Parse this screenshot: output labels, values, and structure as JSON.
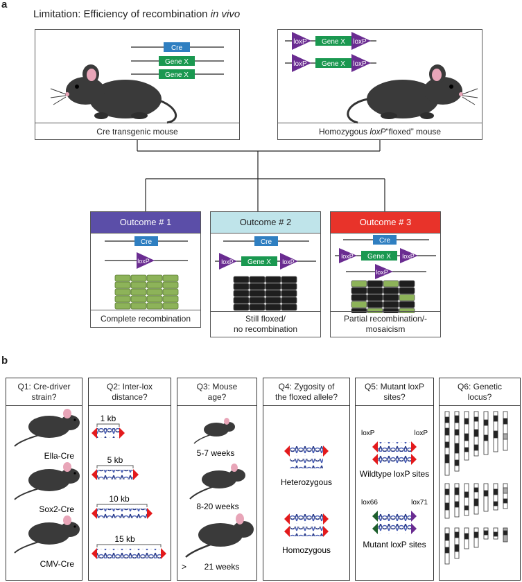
{
  "panel_a": {
    "letter": "a",
    "title_prefix": "Limitation: Efficiency of recombination ",
    "title_italic": "in vivo",
    "cre_mouse_caption": "Cre transgenic mouse",
    "floxed_caption_pre": "Homozygous ",
    "floxed_caption_italic": "loxP",
    "floxed_caption_post": " “floxed” mouse",
    "cre_label": "Cre",
    "gene_label": "Gene X",
    "loxp_label": "loxP",
    "outcomes": [
      {
        "title": "Outcome # 1",
        "caption": "Complete recombination",
        "color": "#5b4ea8"
      },
      {
        "title": "Outcome # 2",
        "caption_line1": "Still floxed/",
        "caption_line2": "no recombination",
        "color": "#bfe4ea"
      },
      {
        "title": "Outcome # 3",
        "caption_line1": "Partial recombination/-",
        "caption_line2": "mosaicism",
        "color": "#e8332a"
      }
    ]
  },
  "panel_b": {
    "letter": "b",
    "q1": {
      "title_line1": "Q1: Cre-driver",
      "title_line2": "strain?",
      "items": [
        "Ella-Cre",
        "Sox2-Cre",
        "CMV-Cre"
      ]
    },
    "q2": {
      "title_line1": "Q2: Inter-lox",
      "title_line2": "distance?",
      "items": [
        "1 kb",
        "5 kb",
        "10 kb",
        "15 kb"
      ]
    },
    "q3": {
      "title_line1": "Q3: Mouse",
      "title_line2": "age?",
      "items": [
        "5-7 weeks",
        "8-20 weeks",
        "> ",
        "21 weeks"
      ]
    },
    "q4": {
      "title_line1": "Q4: Zygosity of",
      "title_line2": "the floxed allele?",
      "items": [
        "Heterozygous",
        "Homozygous"
      ]
    },
    "q5": {
      "title_line1": "Q5: Mutant loxP",
      "title_line2": "sites?",
      "loxp_left": "loxP",
      "loxp_right": "loxP",
      "wild": "Wildtype loxP sites",
      "lox66": "lox66",
      "lox71": "lox71",
      "mutant": "Mutant loxP sites"
    },
    "q6": {
      "title_line1": "Q6: Genetic",
      "title_line2": "locus?"
    }
  },
  "colors": {
    "cre": "#2f7fc1",
    "gene": "#1a9850",
    "loxp": "#6a2c91",
    "red_lox": "#e31a1c",
    "green_lox": "#1d5e2c",
    "green_cell": "#8db359"
  }
}
